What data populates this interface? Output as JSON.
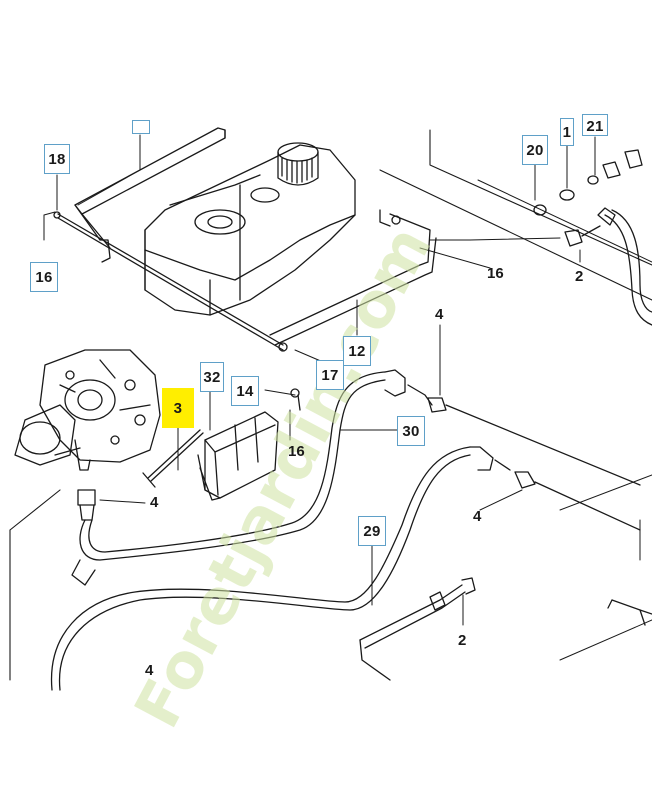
{
  "callouts": {
    "c18": "18",
    "c16a": "16",
    "c20": "20",
    "c1": "1",
    "c2top": "21",
    "c32": "32",
    "c3": "3",
    "c14": "14",
    "c17": "17",
    "c12": "12",
    "c30": "30",
    "c29": "29"
  },
  "labels": {
    "l16b": "16",
    "l2a": "2",
    "l4a": "4",
    "l16c": "16",
    "l4b": "4",
    "l4c": "4",
    "l2b": "2",
    "l4d": "4"
  },
  "watermark": {
    "text_main": "Foretjardin",
    "text_dot": ".com",
    "color": "#cfe3a2"
  },
  "colors": {
    "line": "#1a1a1a",
    "callout_border": "#5fa0c8",
    "highlight": "#ffee00"
  }
}
